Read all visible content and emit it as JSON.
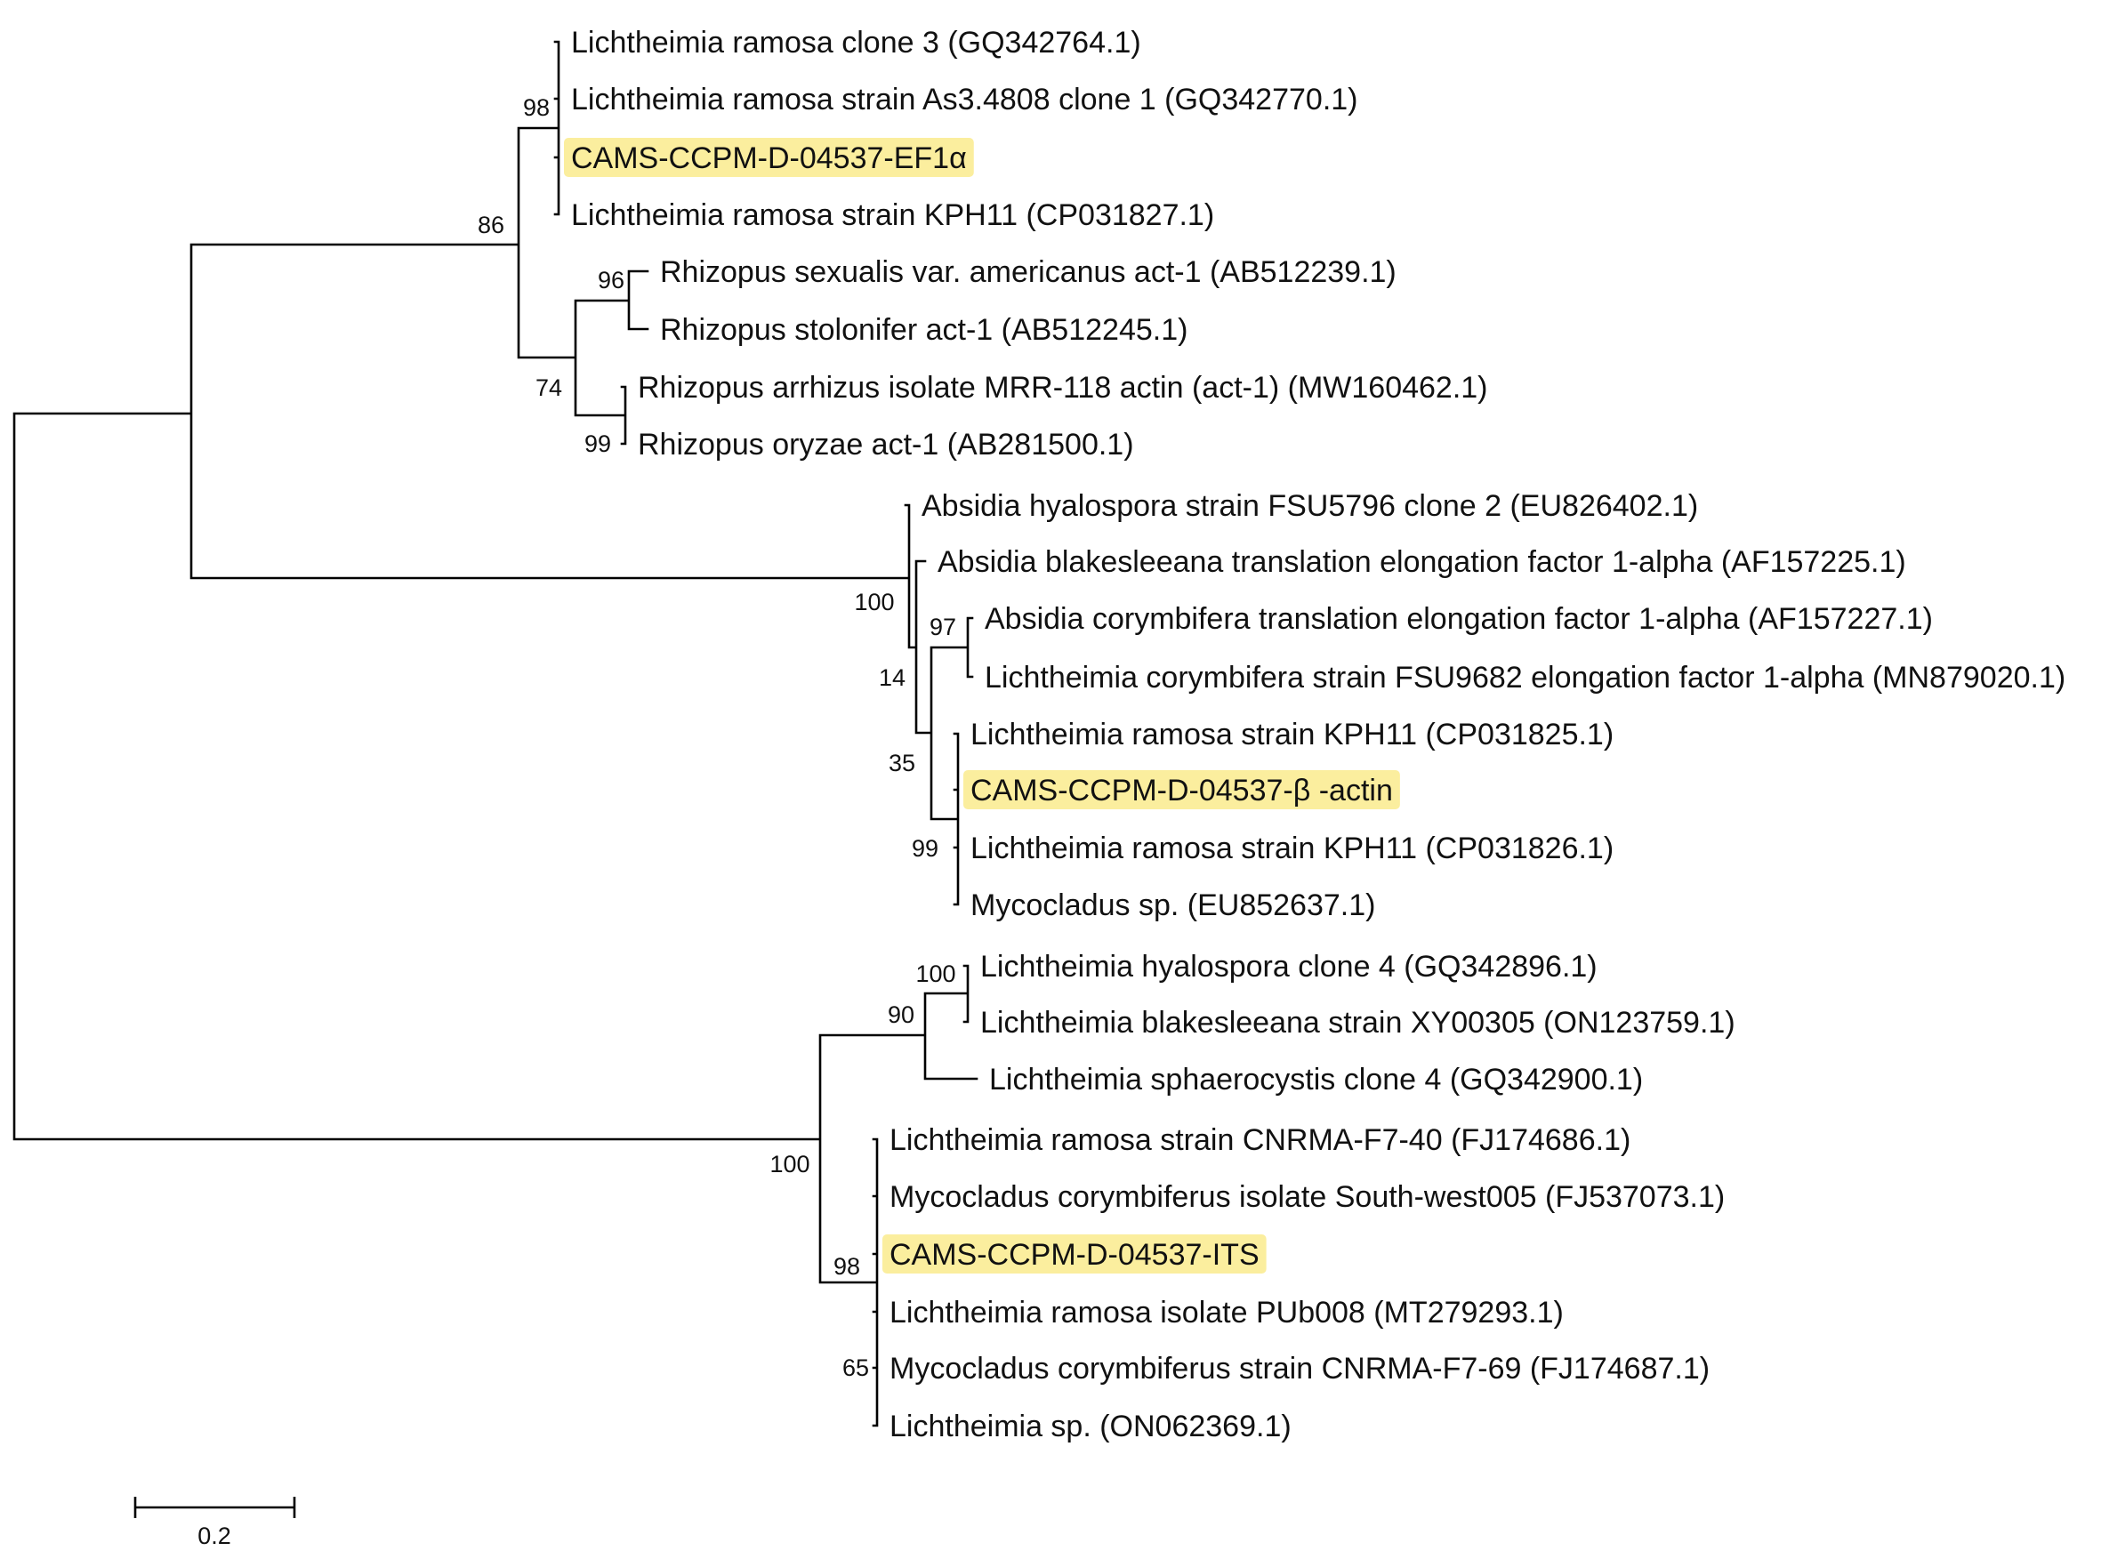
{
  "tree": {
    "highlight_color": "#fbee9e",
    "taxa": [
      {
        "id": "t1",
        "label": "Lichtheimia ramosa clone 3 (GQ342764.1)"
      },
      {
        "id": "t2",
        "label": "Lichtheimia ramosa strain As3.4808 clone 1 (GQ342770.1)"
      },
      {
        "id": "t3",
        "label": "CAMS-CCPM-D-04537-EF1α",
        "highlight": true
      },
      {
        "id": "t4",
        "label": "Lichtheimia ramosa strain KPH11 (CP031827.1)"
      },
      {
        "id": "t5",
        "label": "Rhizopus sexualis var. americanus act-1 (AB512239.1)"
      },
      {
        "id": "t6",
        "label": "Rhizopus stolonifer act-1 (AB512245.1)"
      },
      {
        "id": "t7",
        "label": "Rhizopus arrhizus isolate MRR-118 actin (act-1) (MW160462.1)"
      },
      {
        "id": "t8",
        "label": "Rhizopus oryzae act-1 (AB281500.1)"
      },
      {
        "id": "t9",
        "label": "Absidia hyalospora strain FSU5796 clone 2 (EU826402.1)"
      },
      {
        "id": "t10",
        "label": "Absidia blakesleeana translation elongation factor 1-alpha (AF157225.1)"
      },
      {
        "id": "t11",
        "label": "Absidia corymbifera translation elongation factor 1-alpha (AF157227.1)"
      },
      {
        "id": "t12",
        "label": "Lichtheimia corymbifera strain FSU9682 elongation factor 1-alpha (MN879020.1)"
      },
      {
        "id": "t13",
        "label": "Lichtheimia ramosa strain KPH11 (CP031825.1)"
      },
      {
        "id": "t14",
        "label": "CAMS-CCPM-D-04537-β -actin",
        "highlight": true
      },
      {
        "id": "t15",
        "label": "Lichtheimia ramosa strain KPH11 (CP031826.1)"
      },
      {
        "id": "t16",
        "label": "Mycocladus sp. (EU852637.1)"
      },
      {
        "id": "t17",
        "label": "Lichtheimia hyalospora clone 4 (GQ342896.1)"
      },
      {
        "id": "t18",
        "label": "Lichtheimia blakesleeana strain XY00305 (ON123759.1)"
      },
      {
        "id": "t19",
        "label": "Lichtheimia sphaerocystis clone 4 (GQ342900.1)"
      },
      {
        "id": "t20",
        "label": "Lichtheimia ramosa strain CNRMA-F7-40 (FJ174686.1)"
      },
      {
        "id": "t21",
        "label": "Mycocladus corymbiferus isolate South-west005 (FJ537073.1)"
      },
      {
        "id": "t22",
        "label": "CAMS-CCPM-D-04537-ITS",
        "highlight": true
      },
      {
        "id": "t23",
        "label": "Lichtheimia ramosa isolate PUb008 (MT279293.1)"
      },
      {
        "id": "t24",
        "label": "Mycocladus corymbiferus strain CNRMA-F7-69 (FJ174687.1)"
      },
      {
        "id": "t25",
        "label": "Lichtheimia sp. (ON062369.1)"
      }
    ],
    "bootstrap": [
      {
        "node": "L98",
        "value": "98"
      },
      {
        "node": "L86",
        "value": "86"
      },
      {
        "node": "R96",
        "value": "96"
      },
      {
        "node": "R74",
        "value": "74"
      },
      {
        "node": "R99",
        "value": "99"
      },
      {
        "node": "A100",
        "value": "100"
      },
      {
        "node": "A97",
        "value": "97"
      },
      {
        "node": "A14",
        "value": "14"
      },
      {
        "node": "A35",
        "value": "35"
      },
      {
        "node": "A99",
        "value": "99"
      },
      {
        "node": "I100",
        "value": "100"
      },
      {
        "node": "I90",
        "value": "90"
      },
      {
        "node": "T100",
        "value": "100"
      },
      {
        "node": "T98",
        "value": "98"
      },
      {
        "node": "T65",
        "value": "65"
      }
    ],
    "scale_bar": {
      "length": 0.2,
      "label": "0.2"
    }
  }
}
